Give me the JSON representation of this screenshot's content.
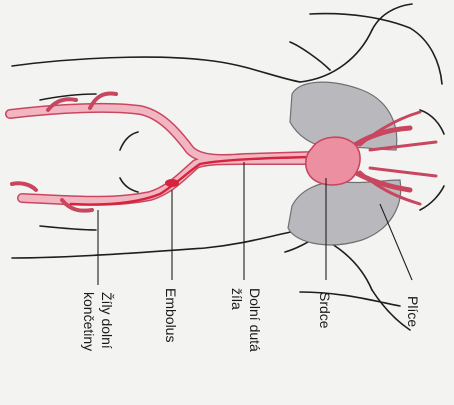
{
  "labels": {
    "veins_l1": "Žíly dolní",
    "veins_l2": "končetiny",
    "embolus": "Embolus",
    "ivc_l1": "Dolní dutá",
    "ivc_l2": "žíla",
    "heart": "Srdce",
    "lungs": "Plíce"
  },
  "colors": {
    "vessel_fill": "#f2b6c2",
    "vessel_stroke": "#c9465f",
    "embolus_path": "#d6243f",
    "heart": "#ec8fa1",
    "lung": "#b9b9bd",
    "outline": "#1e1e1e",
    "background": "#f3f3f1"
  }
}
